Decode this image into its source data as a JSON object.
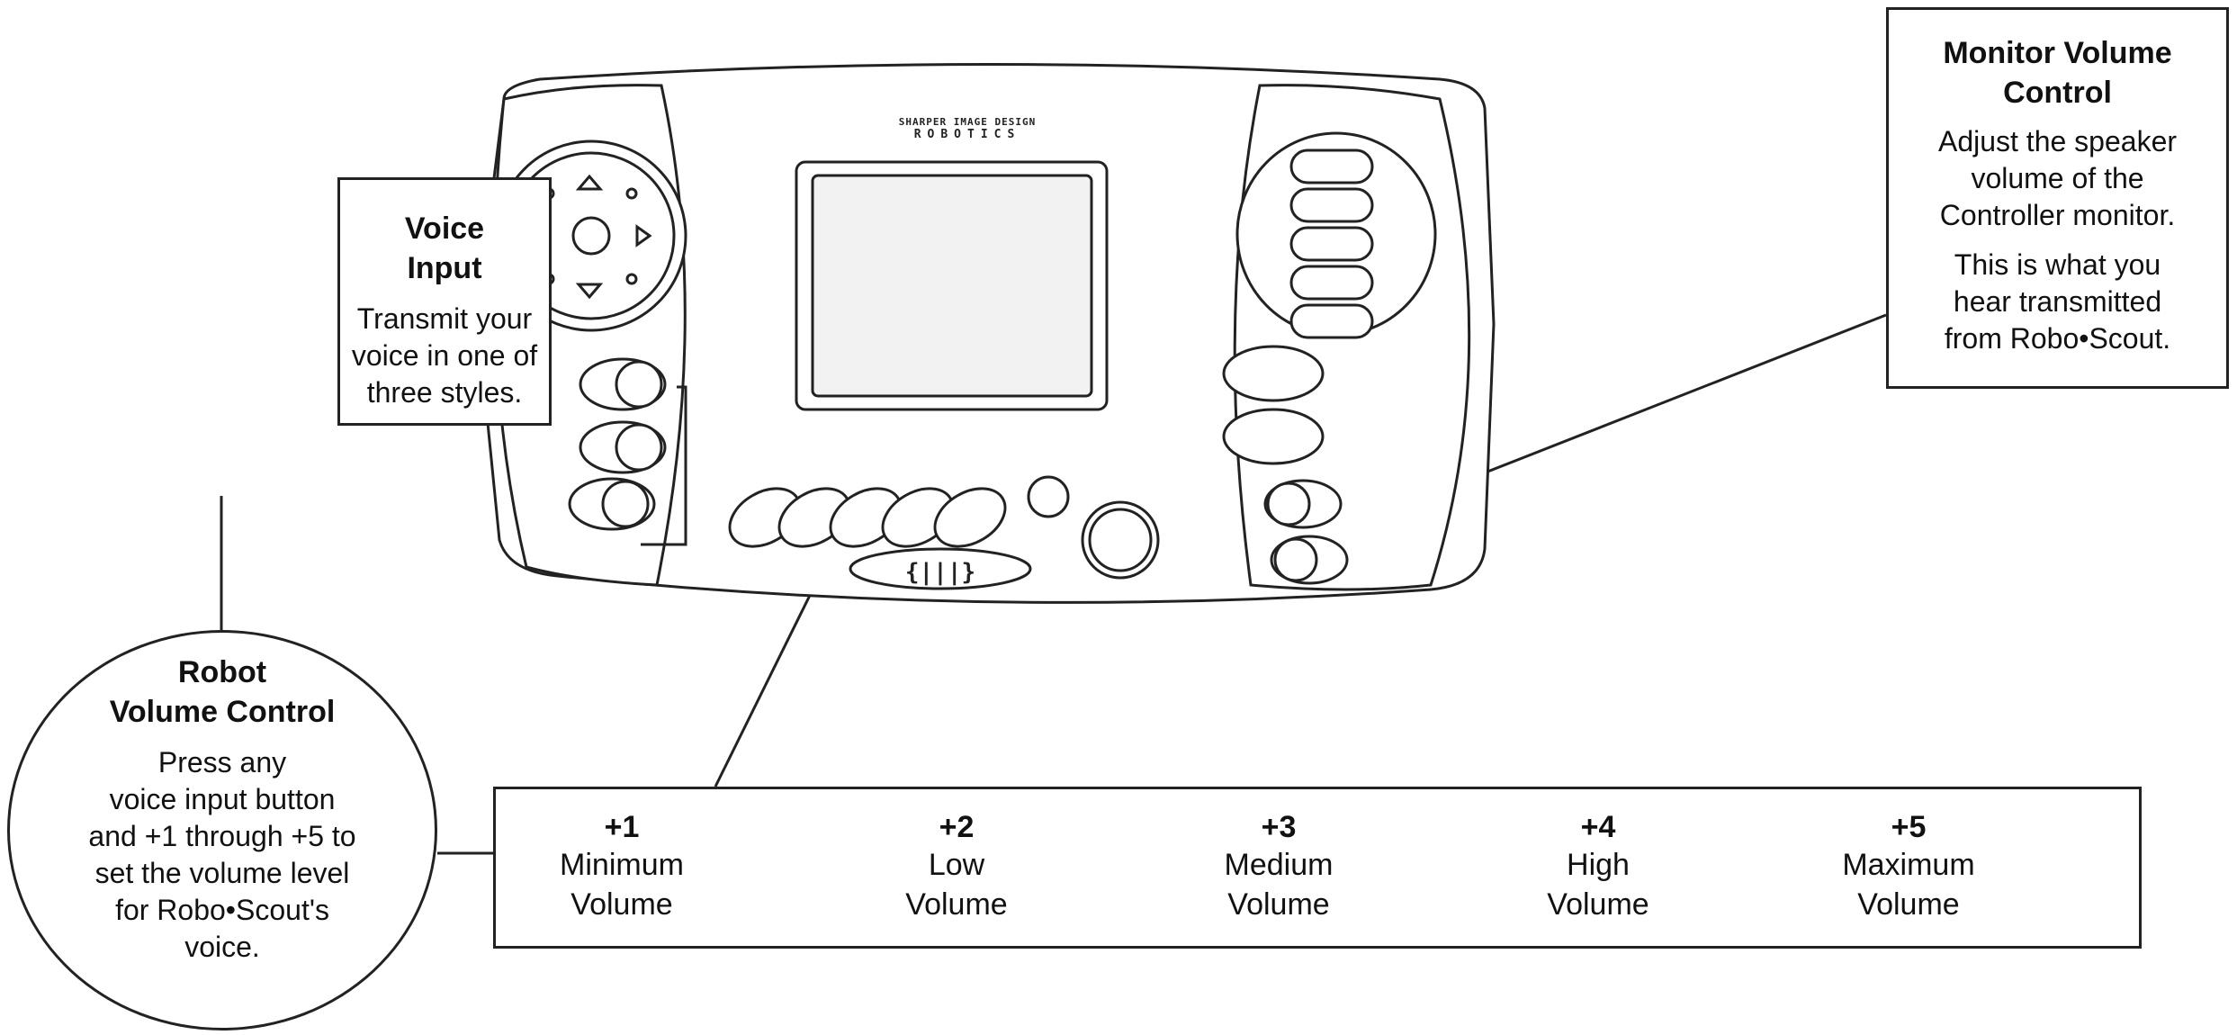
{
  "device": {
    "brand_line1": "SHARPER IMAGE DESIGN",
    "brand_line2": "ROBOTICS"
  },
  "voice_input": {
    "title": "Voice\nInput",
    "body": "Transmit your\nvoice in one of\nthree styles."
  },
  "monitor_volume": {
    "title": "Monitor Volume\nControl",
    "body1": "Adjust the speaker\nvolume of the\nController monitor.",
    "body2": "This is what you\nhear transmitted\nfrom Robo•Scout."
  },
  "robot_volume": {
    "title": "Robot\nVolume Control",
    "body": "Press any\nvoice input button\nand +1 through +5 to\nset the volume level\nfor Robo•Scout's\nvoice."
  },
  "volume_levels": [
    {
      "num": "+1",
      "label": "Minimum\nVolume"
    },
    {
      "num": "+2",
      "label": "Low\nVolume"
    },
    {
      "num": "+3",
      "label": "Medium\nVolume"
    },
    {
      "num": "+4",
      "label": "High\nVolume"
    },
    {
      "num": "+5",
      "label": "Maximum\nVolume"
    }
  ],
  "colors": {
    "ink": "#222222",
    "paper": "#ffffff",
    "screen": "#f2f2f2"
  }
}
